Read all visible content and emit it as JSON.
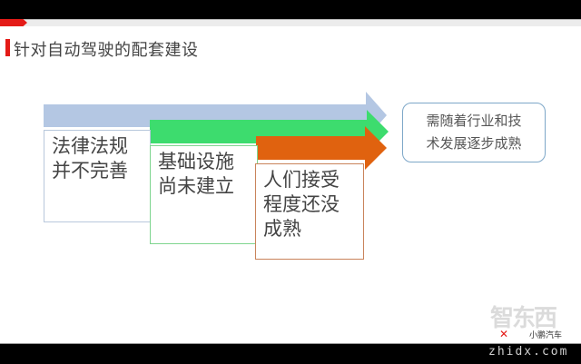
{
  "slide": {
    "title": "针对自动驾驶的配套建设",
    "colors": {
      "accent_red": "#e41b17",
      "arrow_blue": "#b4c7e3",
      "arrow_green": "#3ddc6e",
      "arrow_orange": "#e0620f",
      "right_box_border": "#7da7c8"
    },
    "stages": [
      {
        "lines": [
          "法律法规",
          "并不完善"
        ],
        "color": "blue"
      },
      {
        "lines": [
          "基础设施",
          "尚未建立"
        ],
        "color": "green"
      },
      {
        "lines": [
          "人们接受",
          "程度还没",
          "成熟"
        ],
        "color": "orange"
      }
    ],
    "conclusion": {
      "lines": [
        "需随着行业和技",
        "术发展逐步成熟"
      ]
    }
  },
  "watermark": {
    "logo_text": "智东西",
    "brand_text": "小鹏汽车",
    "url": "zhidx.com"
  }
}
